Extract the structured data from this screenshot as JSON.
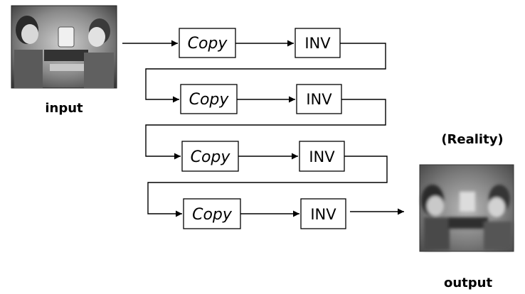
{
  "input_label": "input",
  "output_label": "output",
  "reality_label": "(Reality)",
  "stages": [
    {
      "copy_label": "Copy",
      "inv_label": "INV"
    },
    {
      "copy_label": "Copy",
      "inv_label": "INV"
    },
    {
      "copy_label": "Copy",
      "inv_label": "INV"
    },
    {
      "copy_label": "Copy",
      "inv_label": "INV"
    }
  ]
}
